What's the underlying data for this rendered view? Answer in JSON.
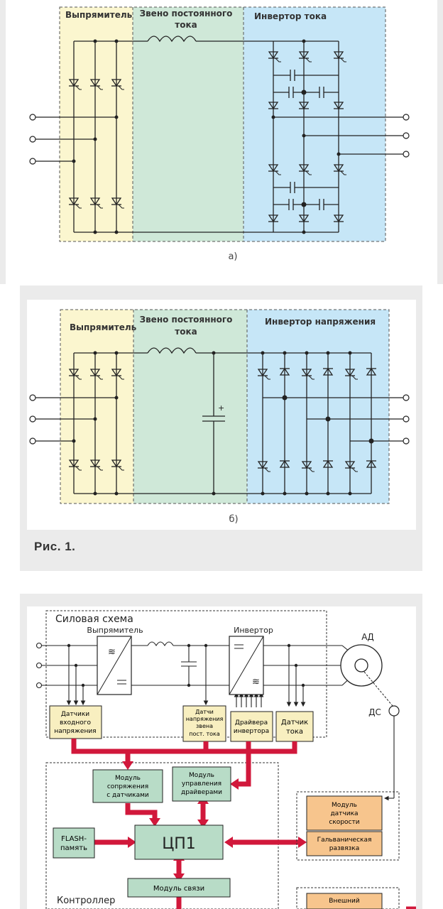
{
  "figure_a": {
    "rectifier_label": "Выпрямитель",
    "dc_link_label_line1": "Звено постоянного",
    "dc_link_label_line2": "тока",
    "inverter_label": "Инвертор тока",
    "caption": "а)"
  },
  "figure_b": {
    "rectifier_label": "Выпрямитель",
    "dc_link_label_line1": "Звено постоянного",
    "dc_link_label_line2": "тока",
    "inverter_label": "Инвертор напряжения",
    "capacitor_sign": "+",
    "caption": "б)"
  },
  "figure_caption": "Рис.  1.",
  "figure_c": {
    "power_circuit_label": "Силовая схема",
    "rectifier_label": "Выпрямитель",
    "inverter_label": "Инвертор",
    "motor_label": "АД",
    "speed_sensor_label": "ДС",
    "input_voltage_sensors": [
      "Датчики",
      "входного",
      "напряжения"
    ],
    "dc_voltage_sensors": [
      "Датчи",
      "напряжения",
      "звена",
      "пост. тока"
    ],
    "inverter_drivers": [
      "Драйвера",
      "инвертора"
    ],
    "current_sensor": [
      "Датчик",
      "тока"
    ],
    "sensor_interface_module": [
      "Модуль",
      "сопряжения",
      "с датчиками"
    ],
    "driver_control_module": [
      "Модуль",
      "управления",
      "драйверами"
    ],
    "flash_memory": [
      "FLASH-",
      "память"
    ],
    "cpu_label": "ЦП1",
    "comm_module": "Модуль связи",
    "controller_label": "Контроллер",
    "speed_sensor_module": [
      "Модуль",
      "датчика",
      "скорости"
    ],
    "galvanic_isolation": [
      "Гальваническая",
      "развязка"
    ],
    "external_label": "Внешний"
  },
  "colors": {
    "rectifier_fill": "#fbf6cf",
    "dclink_fill": "#cfe8d8",
    "inverter_fill": "#c6e6f7",
    "block_fill": "#b8dcc7",
    "sensor_fill": "#f8efc0",
    "speed_fill": "#f7c58d",
    "arrow_red": "#d1183b",
    "panel_bg": "#ebebeb"
  }
}
